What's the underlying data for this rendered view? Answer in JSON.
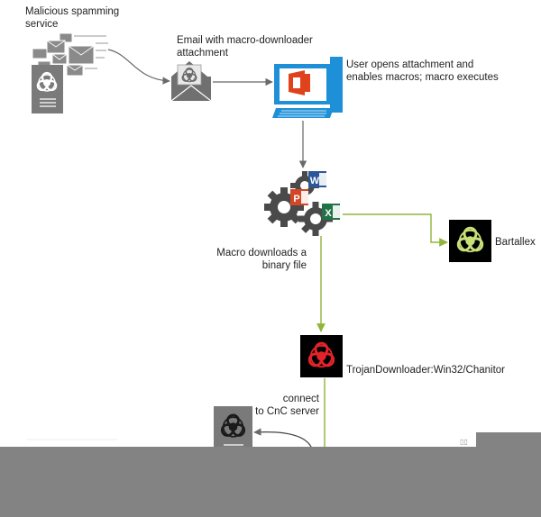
{
  "nodes": {
    "spam_service": {
      "label_line1": "Malicious spamming",
      "label_line2": "service",
      "icon": "spam-server-icon"
    },
    "email": {
      "label_line1": "Email with macro-downloader",
      "label_line2": "attachment",
      "icon": "biohazard-envelope-icon"
    },
    "user": {
      "label_line1": "User opens attachment and",
      "label_line2": "enables macros; macro executes",
      "icon": "office-monitor-icon"
    },
    "macro": {
      "icon": "office-gears-icon",
      "badges": [
        "W",
        "P",
        "X"
      ]
    },
    "macro_label": {
      "line1": "Macro downloads a",
      "line2": "binary file"
    },
    "bartallex": {
      "label": "Bartallex",
      "icon": "biohazard-green-icon"
    },
    "trojan": {
      "label": "TrojanDownloader:Win32/Chanitor",
      "icon": "biohazard-red-icon"
    },
    "cnc": {
      "label_line1": "connect",
      "label_line2": "to CnC server",
      "icon": "cnc-server-icon"
    }
  },
  "colors": {
    "gray_arrow": "#777777",
    "green_arrow": "#8fb53b",
    "office_blue": "#1e90d8",
    "office_red": "#e0421c",
    "word_blue": "#2b579a",
    "ppt_orange": "#d24726",
    "excel_green": "#217346",
    "gear_gray": "#4a4a4a"
  }
}
